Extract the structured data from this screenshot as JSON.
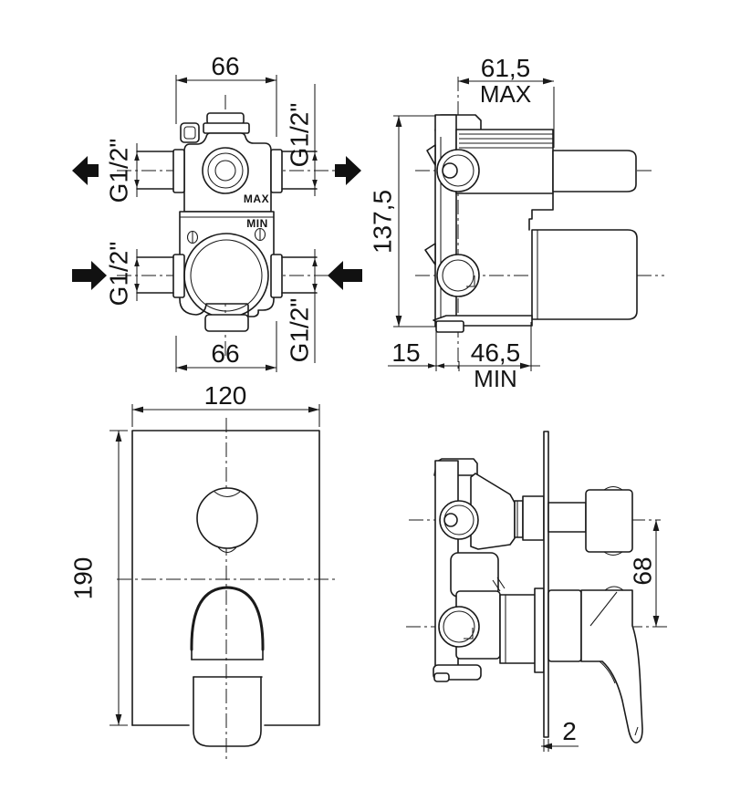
{
  "document": {
    "type": "technical-drawing",
    "background": "#ffffff",
    "line_color": "#1a1a1a"
  },
  "views": {
    "rough_in_front": {
      "dim_width_top": "66",
      "dim_width_bottom": "66",
      "thread_top_left": "G1/2\"",
      "thread_top_right": "G1/2\"",
      "thread_bottom_left": "G1/2\"",
      "thread_bottom_right": "G1/2\"",
      "body_max": "MAX",
      "body_min": "MIN"
    },
    "rough_in_side": {
      "dim_depth_max": "61,5",
      "dim_depth_max_label": "MAX",
      "dim_height": "137,5",
      "dim_offset": "15",
      "dim_depth_min": "46,5",
      "dim_depth_min_label": "MIN"
    },
    "trim_front": {
      "dim_plate_width": "120",
      "dim_plate_height": "190"
    },
    "trim_side": {
      "dim_handle_axis_distance": "68",
      "dim_plate_thickness": "2"
    }
  }
}
